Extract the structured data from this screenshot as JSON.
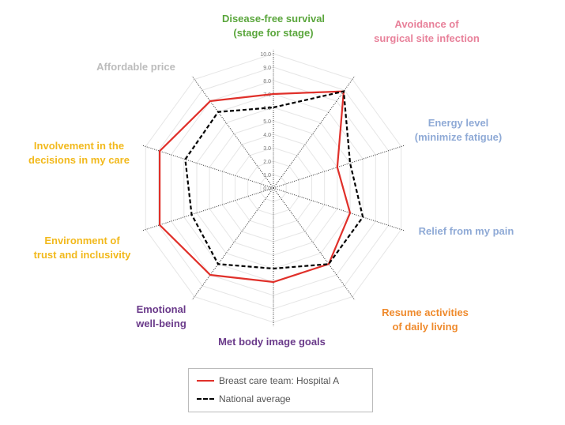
{
  "chart_data": {
    "type": "radar",
    "axes": [
      {
        "label": [
          "Disease-free survival",
          "(stage for stage)"
        ],
        "color": "#5aa63c"
      },
      {
        "label": [
          "Avoidance of",
          "surgical site infection"
        ],
        "color": "#e8819a"
      },
      {
        "label": [
          "Energy level",
          "(minimize fatigue)"
        ],
        "color": "#8faad6"
      },
      {
        "label": [
          "Relief from my pain"
        ],
        "color": "#8faad6"
      },
      {
        "label": [
          "Resume activities",
          "of daily living"
        ],
        "color": "#ef8a2c"
      },
      {
        "label": [
          "Met body image goals"
        ],
        "color": "#6a3a8a"
      },
      {
        "label": [
          "Emotional",
          "well-being"
        ],
        "color": "#6a3a8a"
      },
      {
        "label": [
          "Environment of",
          "trust and inclusivity"
        ],
        "color": "#f2b91c"
      },
      {
        "label": [
          "Involvement in the",
          "decisions in my care"
        ],
        "color": "#f2b91c"
      },
      {
        "label": [
          "Affordable price"
        ],
        "color": "#bcbcbc"
      }
    ],
    "rlim": [
      0,
      10
    ],
    "ticks": [
      "0.0",
      "1.0",
      "2.0",
      "3.0",
      "4.0",
      "5.0",
      "6.0",
      "7.0",
      "8.0",
      "9.0",
      "10.0"
    ],
    "series": [
      {
        "name": "Breast care team: Hospital A",
        "color": "#e0302a",
        "dash": false,
        "values": [
          7.0,
          8.9,
          5.0,
          6.0,
          7.0,
          7.0,
          8.0,
          8.9,
          8.9,
          8.0
        ]
      },
      {
        "name": "National average",
        "color": "#000000",
        "dash": true,
        "values": [
          6.0,
          8.9,
          6.0,
          7.0,
          7.0,
          6.0,
          7.0,
          6.4,
          6.9,
          7.0
        ]
      }
    ],
    "legend_position": "bottom"
  }
}
